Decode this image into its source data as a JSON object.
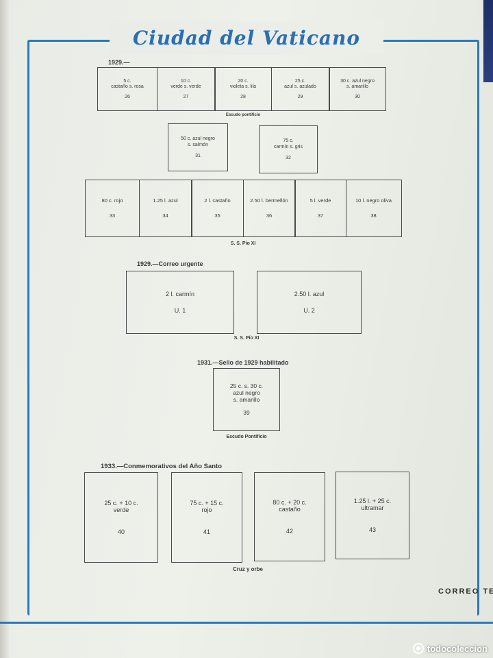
{
  "title": "Ciudad del Vaticano",
  "section_1929": {
    "label": "1929.—",
    "row1": [
      {
        "desc": "5 c.\ncastaño s. rosa",
        "num": "26"
      },
      {
        "desc": "10 c.\nverde s. verde",
        "num": "27"
      },
      {
        "desc": "20 c.\nvioleta s. lila",
        "num": "28"
      },
      {
        "desc": "25 c.\nazul s. azulado",
        "num": "29"
      },
      {
        "desc": "30 c. azul negro\ns. amarillo",
        "num": "30"
      }
    ],
    "row1_caption": "Escudo pontificio",
    "row2": [
      {
        "desc": "50 c. azul negro\ns. salmón",
        "num": "31"
      },
      {
        "desc": "75 c.\ncarmín s. gris",
        "num": "32"
      }
    ],
    "row3": [
      {
        "desc": "80 c. rojo",
        "num": "33"
      },
      {
        "desc": "1.25 l. azul",
        "num": "34"
      },
      {
        "desc": "2 l. castaño",
        "num": "35"
      },
      {
        "desc": "2.50 l. bermellón",
        "num": "36"
      },
      {
        "desc": "5 l. verde",
        "num": "37"
      },
      {
        "desc": "10 l. negro oliva",
        "num": "38"
      }
    ],
    "row3_caption": "S. S. Pío XI"
  },
  "section_urgente": {
    "label": "1929.—Correo urgente",
    "stamps": [
      {
        "desc": "2 l. carmín",
        "num": "U. 1"
      },
      {
        "desc": "2.50 l. azul",
        "num": "U. 2"
      }
    ],
    "caption": "S. S. Pío XI"
  },
  "section_1931": {
    "label": "1931.—Sello de 1929 habilitado",
    "stamp": {
      "desc": "25 c. s. 30 c.\nazul negro\ns. amarillo",
      "num": "39"
    },
    "caption": "Escudo Pontificio"
  },
  "section_1933": {
    "label": "1933.—Conmemorativos del Año Santo",
    "stamps": [
      {
        "desc": "25 c. + 10 c.\nverde",
        "num": "40"
      },
      {
        "desc": "75 c. + 15 c.\nrojo",
        "num": "41"
      },
      {
        "desc": "80 c. + 20 c.\ncastaño",
        "num": "42"
      },
      {
        "desc": "1.25 l. + 25 c.\nultramar",
        "num": "43"
      }
    ],
    "caption": "Cruz y orbe"
  },
  "corner_label": "CORREO TER",
  "watermark": "todocoleccion",
  "colors": {
    "frame": "#2a78bd",
    "title": "#2a6fb5"
  }
}
